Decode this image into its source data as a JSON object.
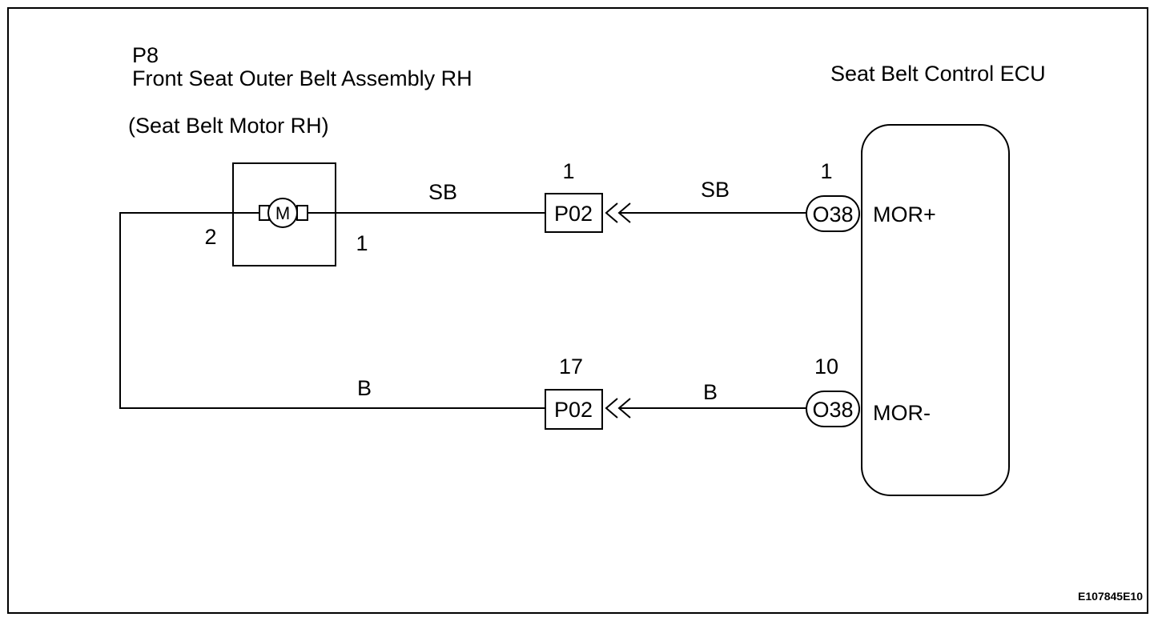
{
  "motor_assembly": {
    "connector_code": "P8",
    "name": "Front Seat Outer Belt Assembly RH",
    "subname": "(Seat Belt Motor RH)",
    "motor_symbol": "M",
    "pins": [
      "2",
      "1"
    ]
  },
  "ecu": {
    "name": "Seat Belt Control ECU",
    "terminals": [
      {
        "name": "MOR+",
        "connector": "O38",
        "pin": "1"
      },
      {
        "name": "MOR-",
        "connector": "O38",
        "pin": "10"
      }
    ]
  },
  "circuits": [
    {
      "wire_color_motor_side": "SB",
      "junction_connector": "P02",
      "junction_pin": "1",
      "wire_color_ecu_side": "SB"
    },
    {
      "wire_color_motor_side": "B",
      "junction_connector": "P02",
      "junction_pin": "17",
      "wire_color_ecu_side": "B"
    }
  ],
  "figure_id": "E107845E10",
  "icons": {
    "motor": "motor-icon",
    "junction": "double-chevron-icon"
  }
}
